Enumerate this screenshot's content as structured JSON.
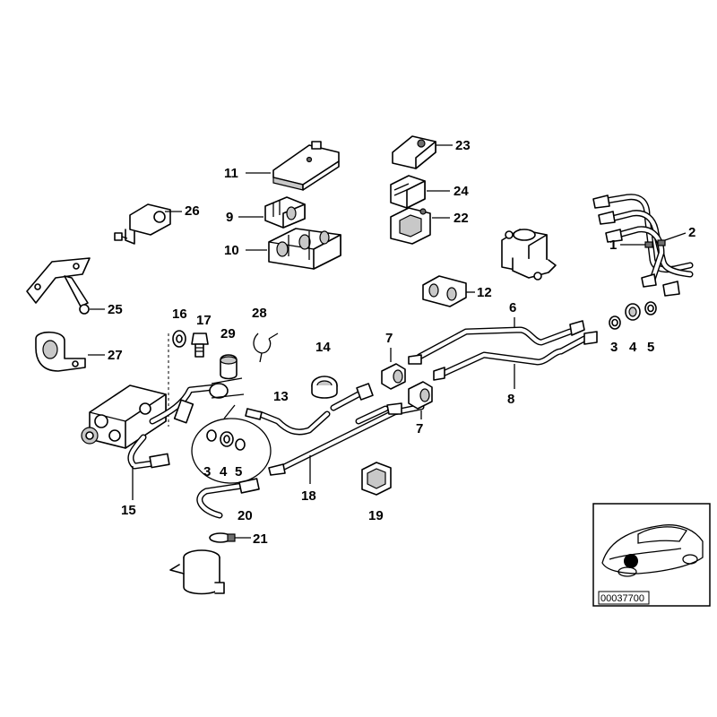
{
  "callouts": {
    "c1": "1",
    "c2": "2",
    "c3a": "3",
    "c3b": "3",
    "c4a": "4",
    "c4b": "4",
    "c5a": "5",
    "c5b": "5",
    "c6": "6",
    "c7a": "7",
    "c7b": "7",
    "c8": "8",
    "c9": "9",
    "c10": "10",
    "c11": "11",
    "c12": "12",
    "c13": "13",
    "c14": "14",
    "c15": "15",
    "c16": "16",
    "c17": "17",
    "c18": "18",
    "c19": "19",
    "c20": "20",
    "c21": "21",
    "c22": "22",
    "c23": "23",
    "c24": "24",
    "c25": "25",
    "c26": "26",
    "c27": "27",
    "c28": "28",
    "c29": "29"
  },
  "inset": {
    "reference_number": "00037700"
  }
}
